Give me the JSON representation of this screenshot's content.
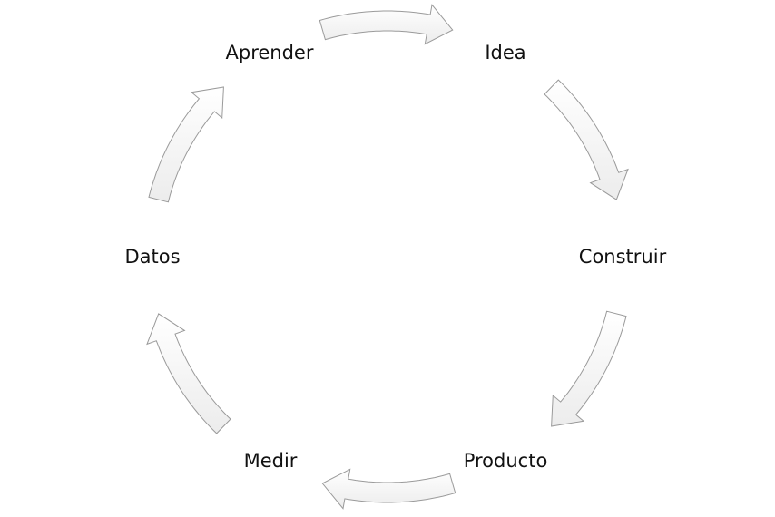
{
  "diagram": {
    "type": "cycle",
    "direction": "clockwise",
    "nodes": [
      "Idea",
      "Construir",
      "Producto",
      "Medir",
      "Datos",
      "Aprender"
    ],
    "colors": {
      "arrow_fill": "#f7f7f7",
      "arrow_stroke": "#9a9a9a",
      "text": "#111111"
    }
  }
}
